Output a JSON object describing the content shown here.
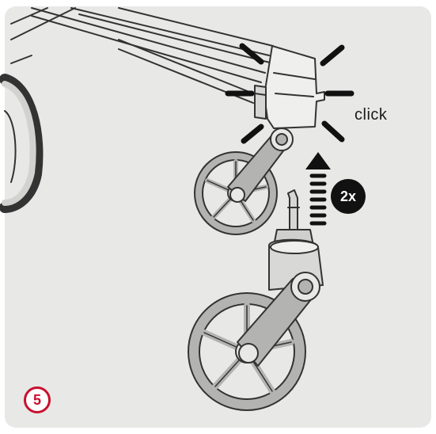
{
  "annotation": {
    "click_text": "click",
    "repeat_text": "2x"
  },
  "step": {
    "number": "5"
  },
  "colors": {
    "background": "#e8e8e6",
    "line": "#333333",
    "accent": "#c8102e",
    "wheel_fill": "#b3b3b1"
  }
}
